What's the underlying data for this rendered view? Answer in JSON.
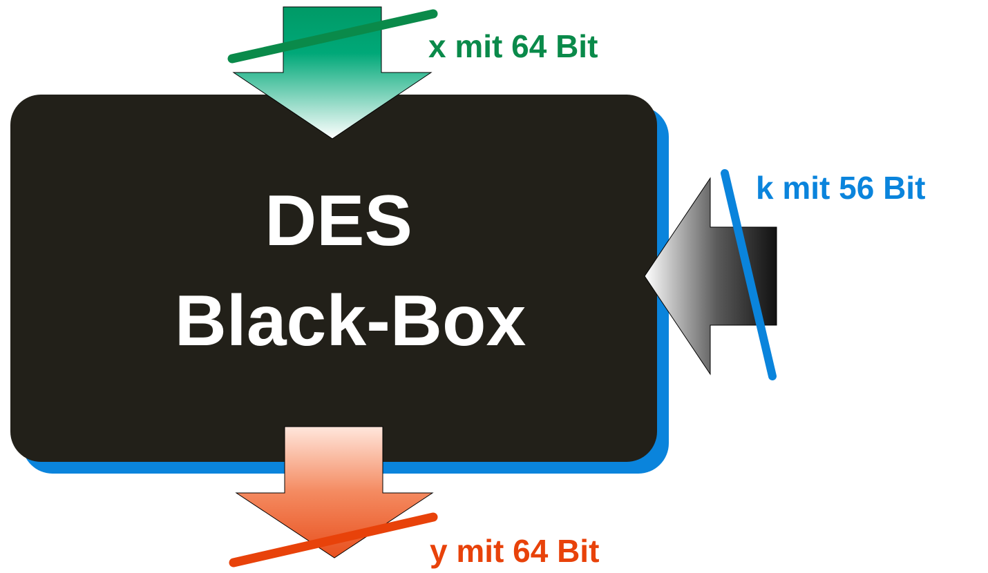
{
  "box": {
    "title_line1": "DES",
    "title_line2": "Black-Box",
    "fill_color": "#222019",
    "shadow_color": "#0a84dc",
    "text_color": "#ffffff"
  },
  "input_x": {
    "label": "x mit 64 Bit",
    "color": "#0a8a4a"
  },
  "input_k": {
    "label": "k mit 56 Bit",
    "color": "#0a84dc"
  },
  "output_y": {
    "label": "y mit 64 Bit",
    "color": "#e8420a"
  }
}
